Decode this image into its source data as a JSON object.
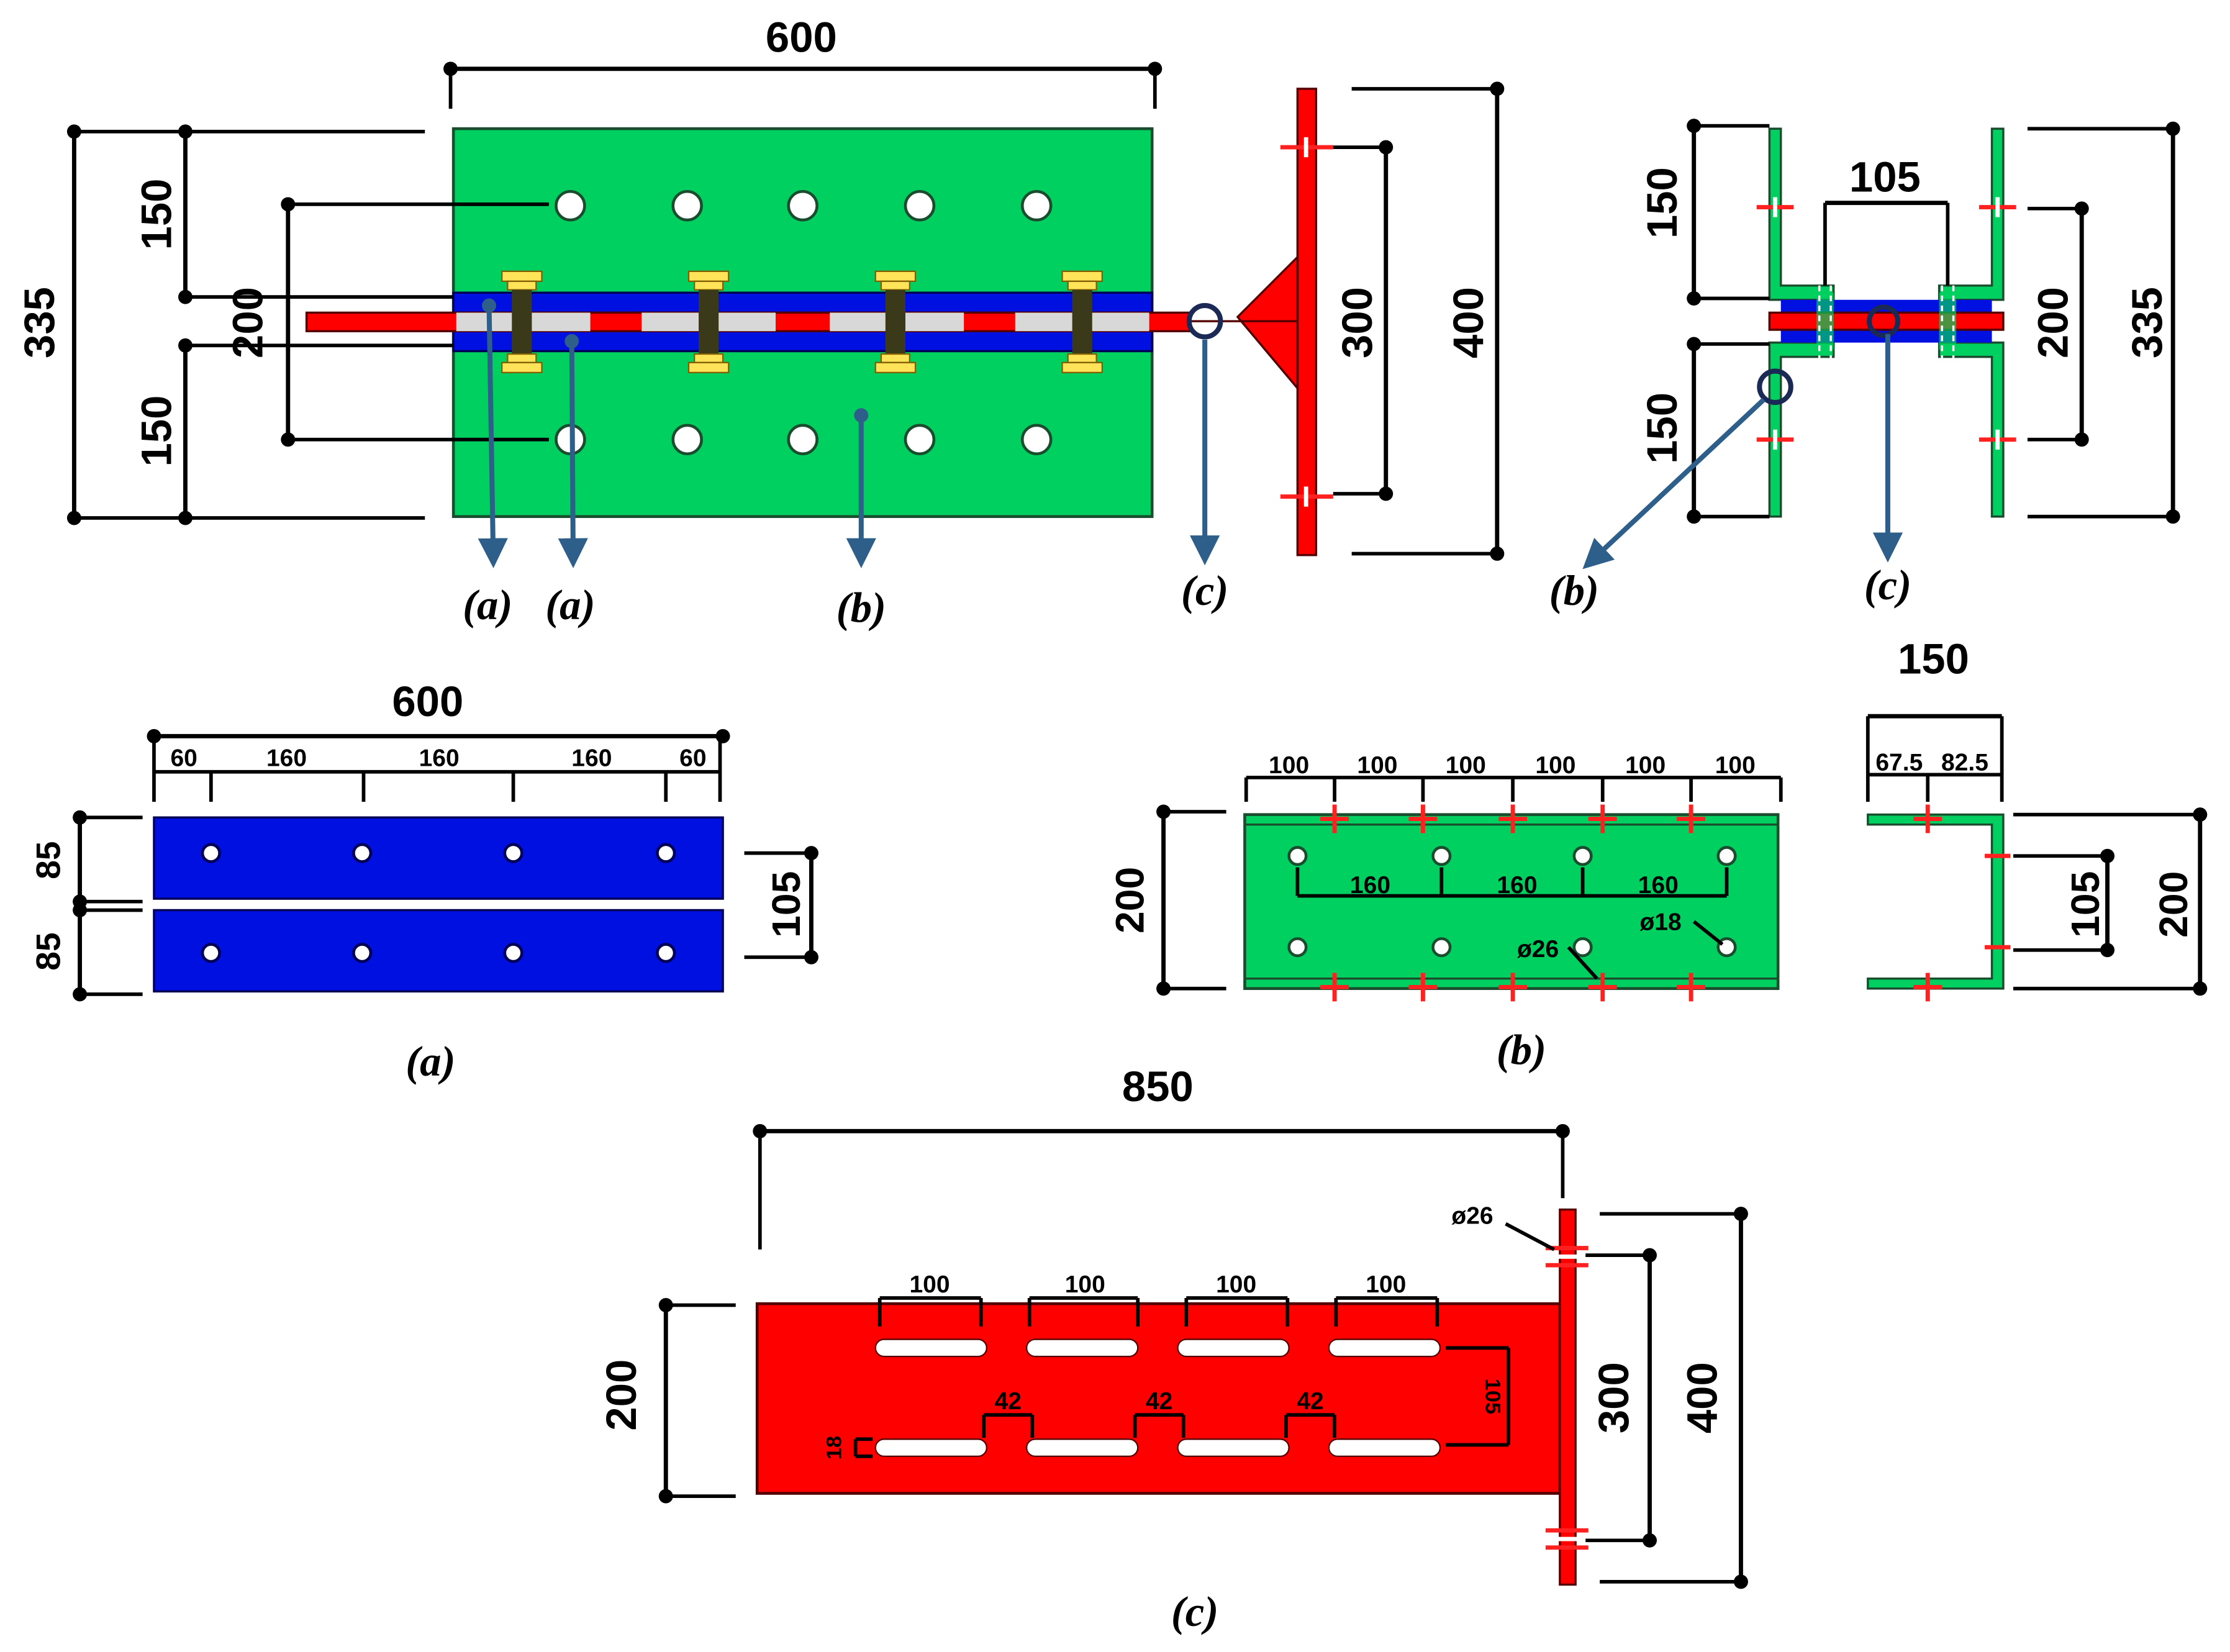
{
  "colors": {
    "connector_plate": "#00d060",
    "splice_plate": "#0010e0",
    "web_plate": "#ff0000",
    "filler": "#d8d8d8",
    "bolt": "#3a3a1a",
    "washer": "#ffe45a",
    "pointer": "#2e5f8a"
  },
  "main": {
    "dim_top": "600",
    "dim_left_total": "335",
    "dim_left_top": "150",
    "dim_left_mid": "200",
    "dim_left_bottom": "150",
    "dim_end_inner": "300",
    "dim_end_outer": "400",
    "labels": [
      "(a)",
      "(a)",
      "(b)",
      "(c)"
    ]
  },
  "side": {
    "dim_top": "105",
    "dim_left_top": "150",
    "dim_left_bottom": "150",
    "dim_right_mid": "200",
    "dim_right_total": "335",
    "labels": [
      "(b)",
      "(c)"
    ]
  },
  "part_a": {
    "dim_total": "600",
    "spacing": [
      "60",
      "160",
      "160",
      "160",
      "60"
    ],
    "dim_height_top": "85",
    "dim_height_bottom": "85",
    "dim_gauge": "105",
    "caption": "(a)"
  },
  "part_b": {
    "spacing": [
      "100",
      "100",
      "100",
      "100",
      "100",
      "100"
    ],
    "inner": [
      "160",
      "160",
      "160"
    ],
    "hole_small": "ø18",
    "hole_large": "ø26",
    "dim_height": "200",
    "section_width": "150",
    "section_flanges": [
      "67.5",
      "82.5"
    ],
    "section_gauge": "105",
    "section_height": "200",
    "caption": "(b)"
  },
  "part_c": {
    "dim_length": "850",
    "slot_spacing": [
      "100",
      "100",
      "100",
      "100"
    ],
    "gaps": [
      "42",
      "42",
      "42"
    ],
    "slot_width": "18",
    "slot_gauge": "105",
    "hole": "ø26",
    "dim_height": "200",
    "dim_inner": "300",
    "dim_outer": "400",
    "caption": "(c)"
  }
}
